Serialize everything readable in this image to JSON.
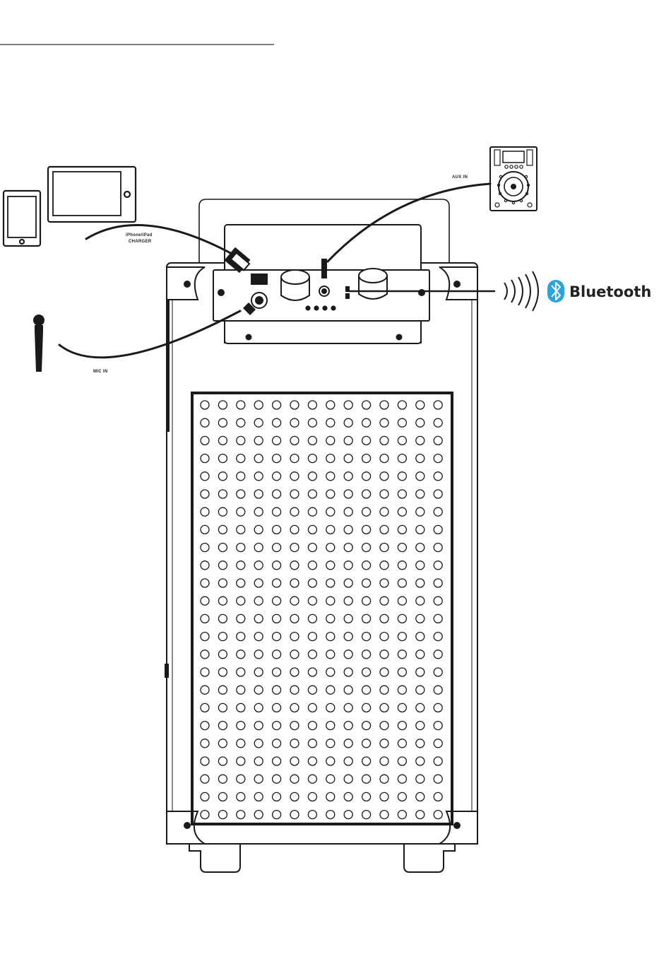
{
  "labels": {
    "charger_line1": "iPhone/iPad",
    "charger_line2": "CHARGER",
    "aux_in": "AUX IN",
    "mic_in": "MIC IN",
    "bluetooth": "Bluetooth"
  },
  "grille": {
    "rows": 24,
    "cols": 14
  },
  "colors": {
    "line": "#1a1a1a",
    "bluetooth_badge": "#2aa3df"
  }
}
